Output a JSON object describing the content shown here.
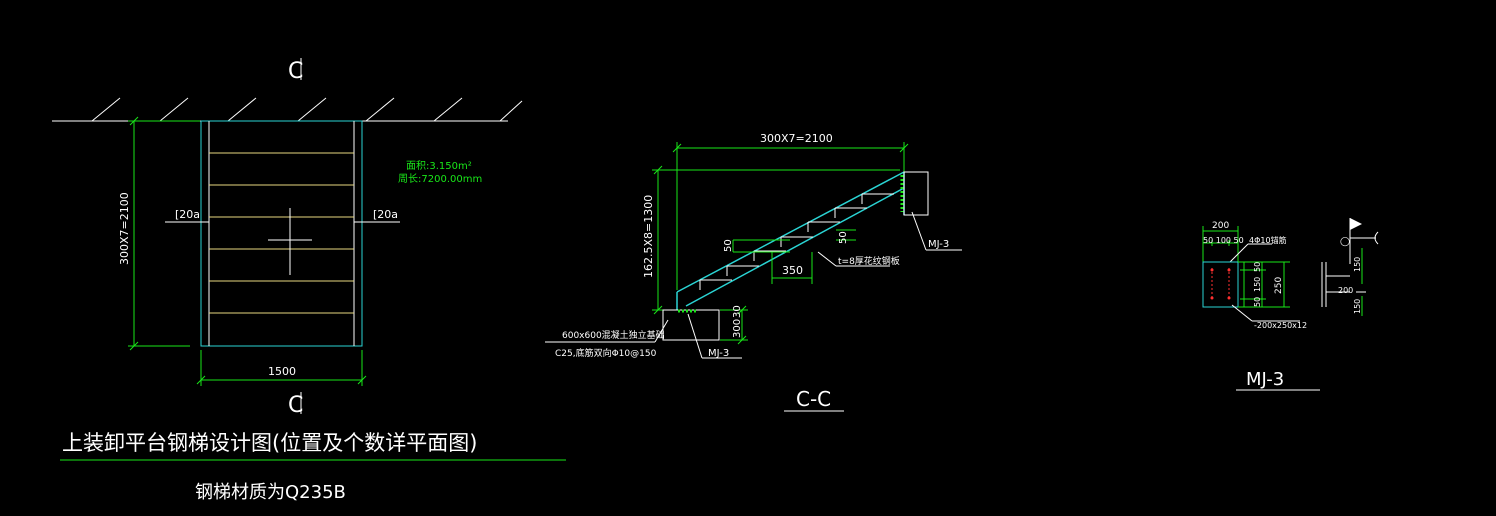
{
  "colors": {
    "background": "#000000",
    "white": "#ffffff",
    "green": "#19e619",
    "cyan": "#2ad4d4",
    "yellow": "#e8d880",
    "red": "#ff3030"
  },
  "plan": {
    "section_mark_top": "C",
    "section_mark_bottom": "C",
    "area_note": "面积:3.150m²",
    "perimeter_note": "周长:7200.00mm",
    "height_dim": "300X7=2100",
    "width_dim": "1500",
    "channel_left": "[20a",
    "channel_right": "[20a"
  },
  "section": {
    "top_dim": "300X7=2100",
    "vert_dim": "162.5X8=1300",
    "dim_50_a": "50",
    "dim_50_b": "50",
    "dim_350": "350",
    "plate_note": "t=8厚花纹钢板",
    "mj_top": "MJ-3",
    "mj_bottom": "MJ-3",
    "dim_300": "300",
    "dim_30": "30",
    "found_note_1": "600x600混凝土独立基础",
    "found_note_2": "C25,底筋双向Φ10@150",
    "title": "C-C"
  },
  "detail": {
    "dim_200_top": "200",
    "dim_50_100_50": "50 100 50",
    "bolt_note": "4Φ10锚筋",
    "dim_50_a": "50",
    "dim_150_h": "150",
    "dim_50_b": "50",
    "dim_250": "250",
    "plate_note": "-200x250x12",
    "dim_150_r1": "150",
    "dim_200_r": "200",
    "dim_150_r2": "150",
    "title": "MJ-3"
  },
  "footer": {
    "main_title": "上装卸平台钢梯设计图(位置及个数详平面图)",
    "material_note": "钢梯材质为Q235B"
  }
}
